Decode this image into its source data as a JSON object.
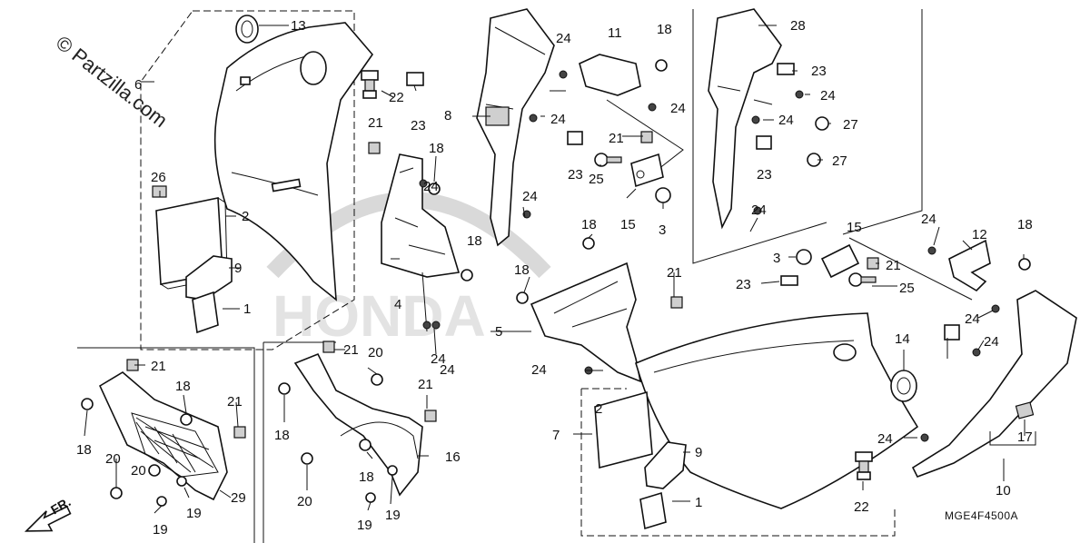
{
  "watermark": "© Partzilla.com",
  "diagram_code": "MGE4F4500A",
  "front_label": "FR.",
  "ghost_logo": "HONDA",
  "part_numbers": {
    "n1a": "1",
    "n1b": "1",
    "n2a": "2",
    "n2b": "2",
    "n3a": "3",
    "n3b": "3",
    "n4": "4",
    "n5": "5",
    "n6": "6",
    "n7": "7",
    "n8": "8",
    "n9a": "9",
    "n9b": "9",
    "n10": "10",
    "n11": "11",
    "n12": "12",
    "n13": "13",
    "n14": "14",
    "n15a": "15",
    "n15b": "15",
    "n16": "16",
    "n17": "17",
    "n18a": "18",
    "n18b": "18",
    "n18c": "18",
    "n18d": "18",
    "n18e": "18",
    "n18f": "18",
    "n18g": "18",
    "n18h": "18",
    "n18i": "18",
    "n18j": "18",
    "n19a": "19",
    "n19b": "19",
    "n19c": "19",
    "n19d": "19",
    "n20a": "20",
    "n20b": "20",
    "n20c": "20",
    "n20d": "20",
    "n21a": "21",
    "n21b": "21",
    "n21c": "21",
    "n21d": "21",
    "n21e": "21",
    "n21f": "21",
    "n21g": "21",
    "n21h": "21",
    "n22a": "22",
    "n22b": "22",
    "n23a": "23",
    "n23b": "23",
    "n23c": "23",
    "n23d": "23",
    "n23e": "23",
    "n24a": "24",
    "n24b": "24",
    "n24c": "24",
    "n24d": "24",
    "n24e": "24",
    "n24f": "24",
    "n24g": "24",
    "n24h": "24",
    "n24i": "24",
    "n24j": "24",
    "n24k": "24",
    "n24l": "24",
    "n24m": "24",
    "n24n": "24",
    "n24o": "24",
    "n25a": "25",
    "n25b": "25",
    "n26": "26",
    "n27a": "27",
    "n27b": "27",
    "n28": "28",
    "n29": "29"
  }
}
